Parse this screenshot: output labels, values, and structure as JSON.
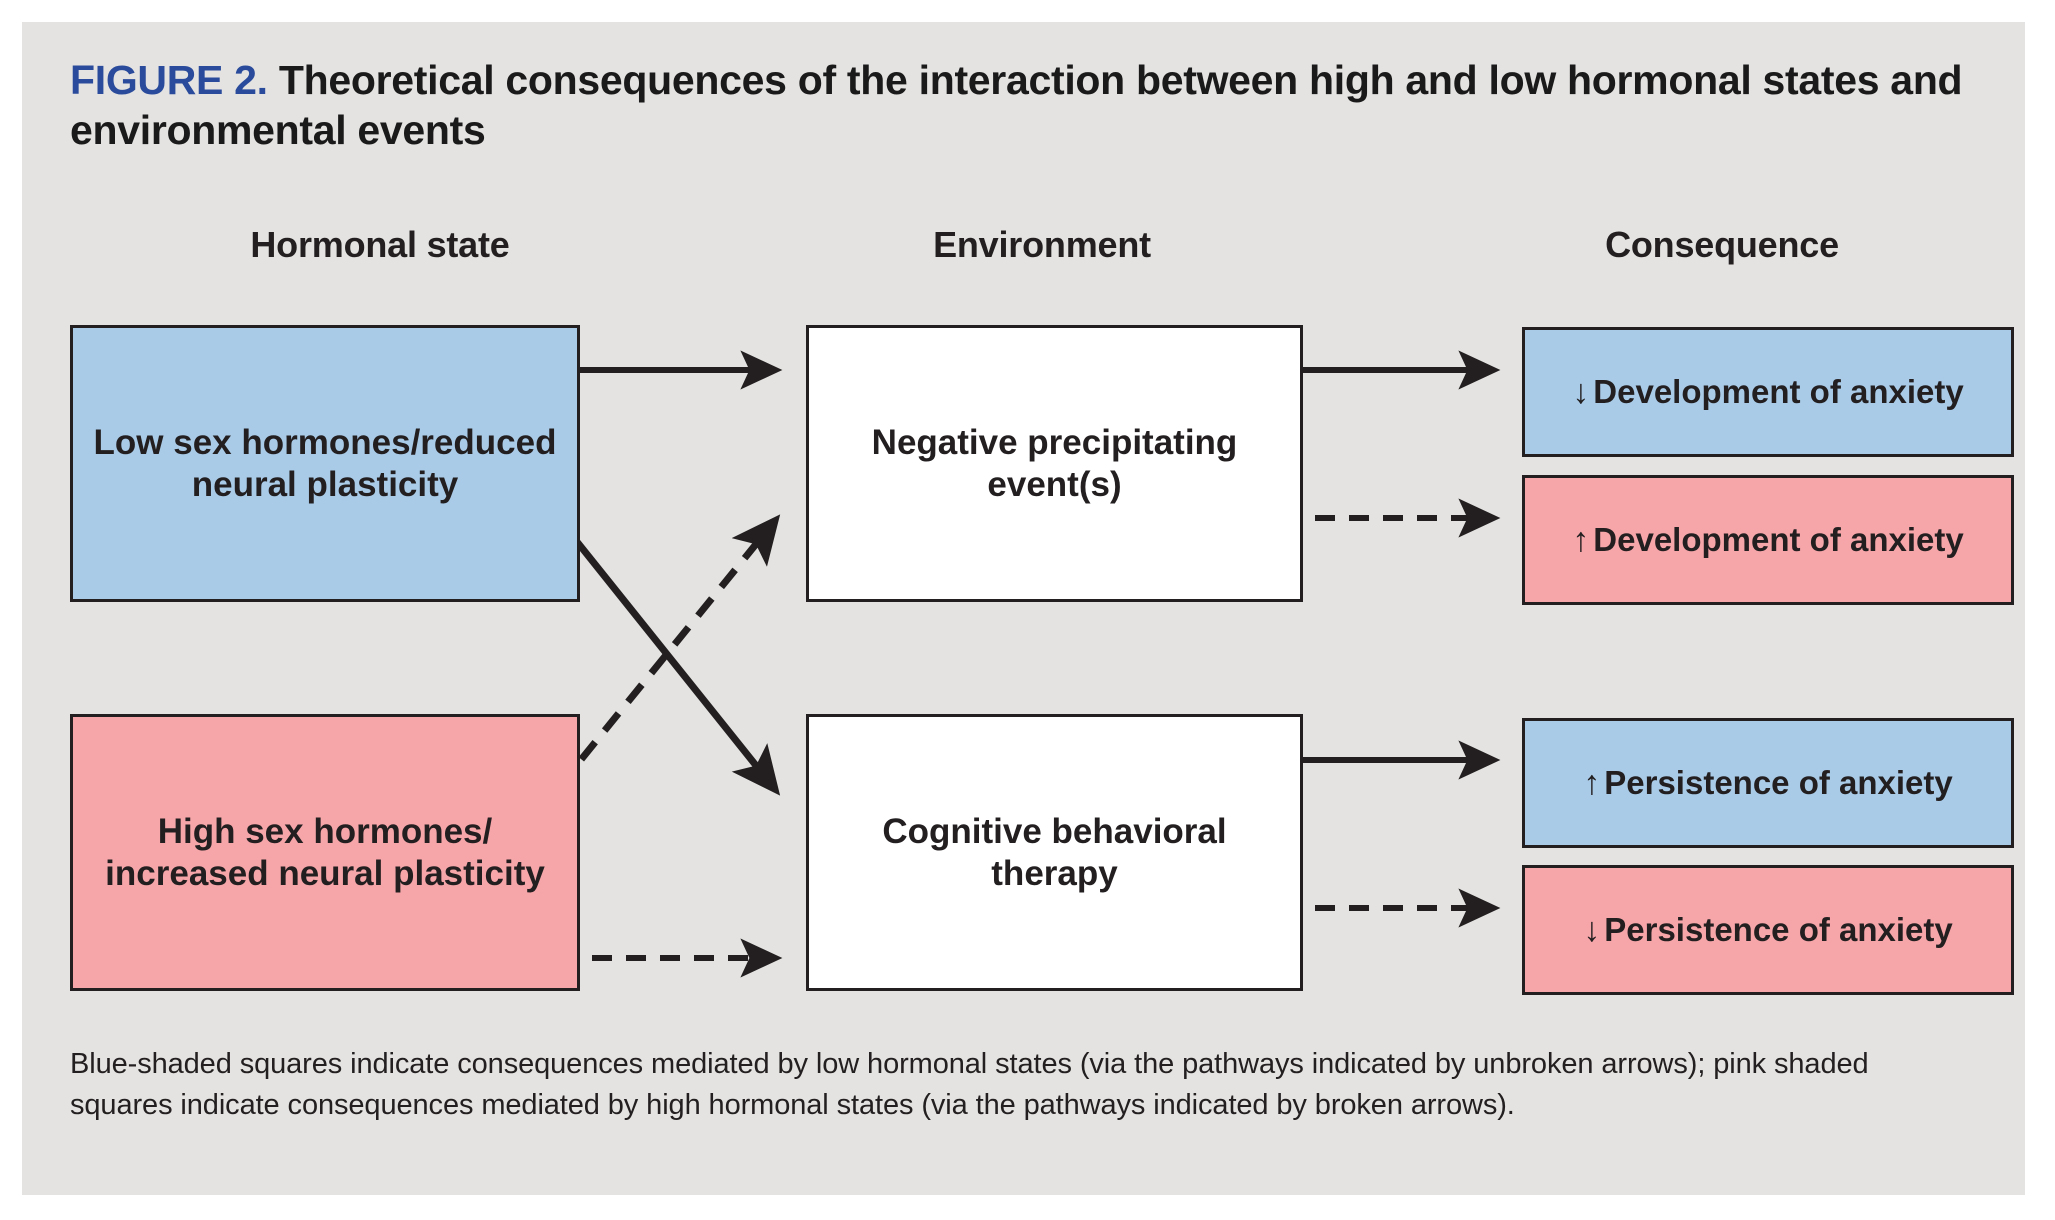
{
  "figure": {
    "label": "FIGURE 2.",
    "title": "Theoretical consequences of the interaction between high and low hormonal states and environmental events",
    "caption": "Blue-shaded squares indicate consequences mediated by low hormonal states (via the pathways indicated by unbroken arrows); pink shaded squares indicate consequences mediated by high hormonal states (via the pathways indicated by broken arrows).",
    "panel_background": "#e4e3e1",
    "label_color": "#2a4b9b"
  },
  "colors": {
    "blue_fill": "#a9cbe8",
    "pink_fill": "#f6a5a9",
    "white_fill": "#ffffff",
    "stroke": "#231f20",
    "text": "#231f20"
  },
  "columns": [
    {
      "id": "hormonal-state",
      "header": "Hormonal state"
    },
    {
      "id": "environment",
      "header": "Environment"
    },
    {
      "id": "consequence",
      "header": "Consequence"
    }
  ],
  "nodes": {
    "low_hormones": {
      "text": "Low sex hormones/reduced neural plasticity",
      "fill": "blue",
      "column": "hormonal-state"
    },
    "high_hormones": {
      "text": "High sex hormones/ increased neural plasticity",
      "fill": "pink",
      "column": "hormonal-state"
    },
    "negative_event": {
      "text": "Negative precipitating event(s)",
      "fill": "white",
      "column": "environment"
    },
    "cbt": {
      "text": "Cognitive behavioral therapy",
      "fill": "white",
      "column": "environment"
    },
    "dev_anxiety_down": {
      "delta": "↓",
      "text": "Development of anxiety",
      "fill": "blue",
      "column": "consequence"
    },
    "dev_anxiety_up": {
      "delta": "↑",
      "text": "Development of anxiety",
      "fill": "pink",
      "column": "consequence"
    },
    "pers_anxiety_up": {
      "delta": "↑",
      "text": "Persistence of anxiety",
      "fill": "blue",
      "column": "consequence"
    },
    "pers_anxiety_down": {
      "delta": "↓",
      "text": "Persistence of anxiety",
      "fill": "pink",
      "column": "consequence"
    }
  },
  "edges": [
    {
      "id": "low-to-negative",
      "from": "low_hormones",
      "to": "negative_event",
      "style": "solid"
    },
    {
      "id": "low-to-cbt",
      "from": "low_hormones",
      "to": "cbt",
      "style": "solid"
    },
    {
      "id": "high-to-negative",
      "from": "high_hormones",
      "to": "negative_event",
      "style": "dashed"
    },
    {
      "id": "high-to-cbt",
      "from": "high_hormones",
      "to": "cbt",
      "style": "dashed"
    },
    {
      "id": "negative-to-dev-down",
      "from": "negative_event",
      "to": "dev_anxiety_down",
      "style": "solid"
    },
    {
      "id": "negative-to-dev-up",
      "from": "negative_event",
      "to": "dev_anxiety_up",
      "style": "dashed"
    },
    {
      "id": "cbt-to-pers-up",
      "from": "cbt",
      "to": "pers_anxiety_up",
      "style": "solid"
    },
    {
      "id": "cbt-to-pers-down",
      "from": "cbt",
      "to": "pers_anxiety_down",
      "style": "dashed"
    }
  ],
  "legend": {
    "solid_arrow_meaning": "pathways mediated by low hormonal states (blue-shaded consequences)",
    "dashed_arrow_meaning": "pathways mediated by high hormonal states (pink-shaded consequences)"
  }
}
